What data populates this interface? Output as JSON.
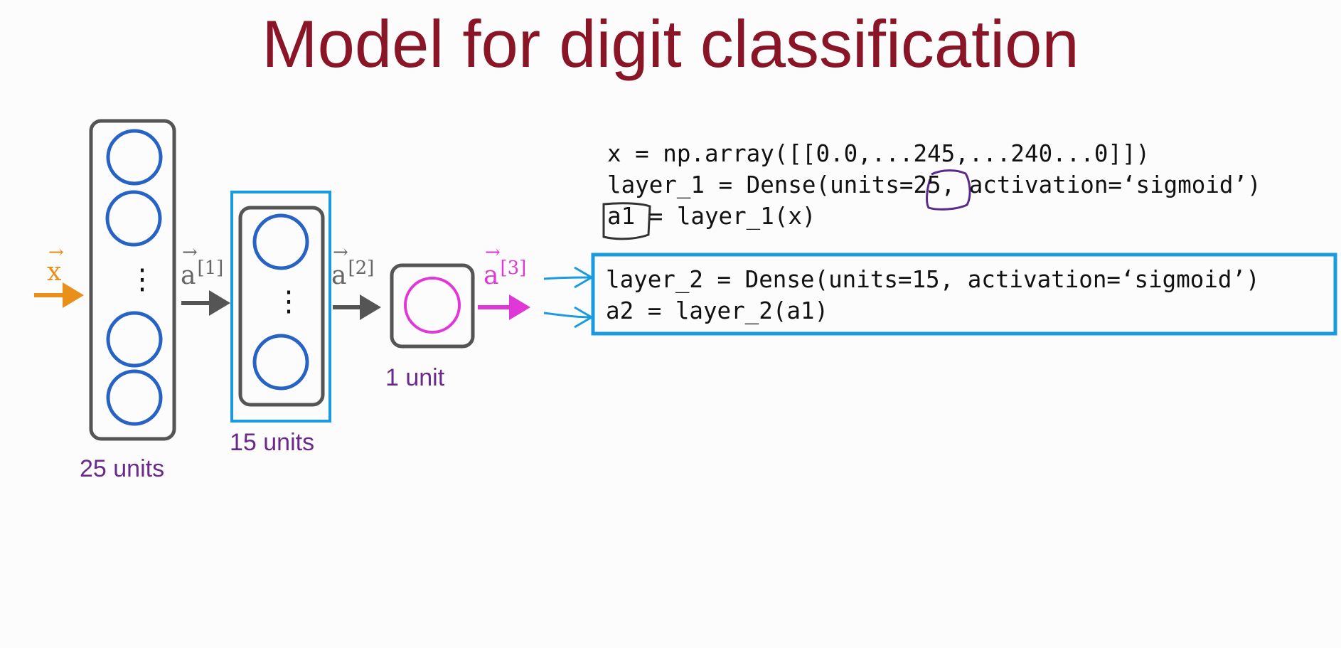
{
  "title": "Model for digit classification",
  "network": {
    "input_label": "x",
    "input_arrow_glyph": "→",
    "activations": [
      {
        "base": "a",
        "superscript": "[1]"
      },
      {
        "base": "a",
        "superscript": "[2]"
      },
      {
        "base": "a",
        "superscript": "[3]"
      }
    ],
    "layers": [
      {
        "units_label": "25 units",
        "ellipsis": "⋮"
      },
      {
        "units_label": "15 units",
        "ellipsis": "⋮"
      },
      {
        "units_label": "1 unit"
      }
    ]
  },
  "code": {
    "lines_top": [
      "x = np.array([[0.0,...245,...240...0]])",
      "layer_1 = Dense(units=25, activation=‘sigmoid’)",
      "a1 = layer_1(x)"
    ],
    "lines_boxed": [
      "layer_2 = Dense(units=15, activation=‘sigmoid’)",
      "a2 = layer_2(a1)"
    ]
  },
  "colors": {
    "title": "#8a1526",
    "input": "#e8901a",
    "neuron": "#2763c4",
    "output": "#e038d6",
    "highlight": "#1a9be0",
    "annotation": "#5b2a8a",
    "arrow": "#555555",
    "layer_box": "#555555"
  }
}
